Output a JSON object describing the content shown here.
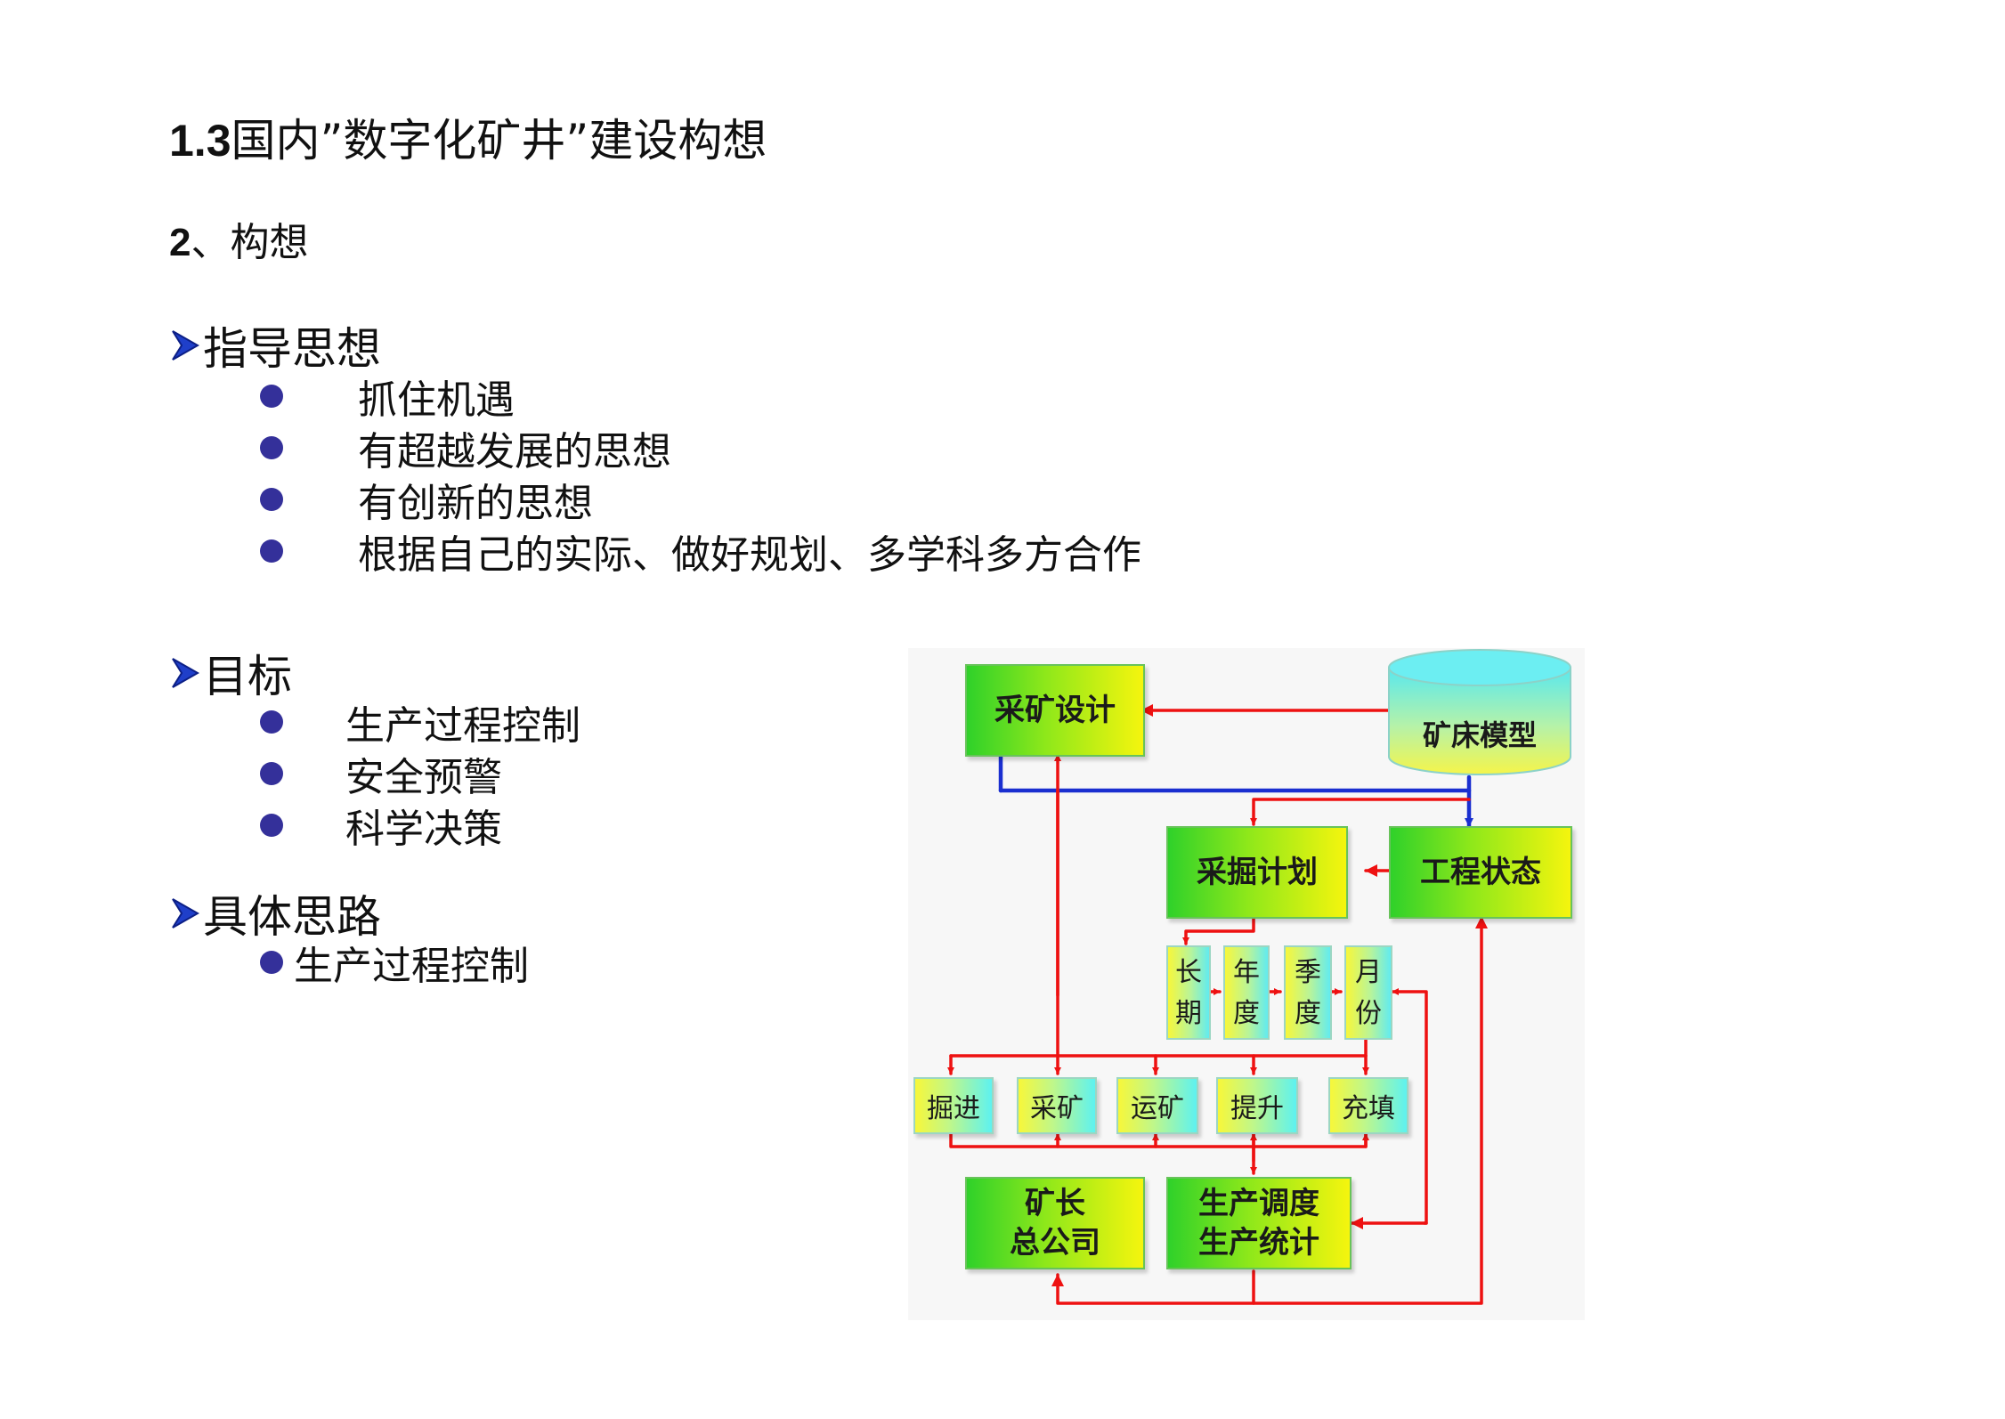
{
  "title": {
    "number": "1.3",
    "text": "国内”数字化矿井”建设构想"
  },
  "subtitle": {
    "number": "2",
    "text": "、构想"
  },
  "sections": [
    {
      "heading": "指导思想",
      "items": [
        "抓住机遇",
        "有超越发展的思想",
        "有创新的思想",
        "根据自己的实际、做好规划、多学科多方合作"
      ]
    },
    {
      "heading": "目标",
      "items": [
        "生产过程控制",
        "安全预警",
        "科学决策"
      ]
    },
    {
      "heading": "具体思路",
      "items": [
        "生产过程控制"
      ]
    }
  ],
  "diagram": {
    "nodes": {
      "mining_design": "采矿设计",
      "deposit_model": "矿床模型",
      "mining_plan": "采掘计划",
      "engineering_state": "工程状态",
      "long_term": [
        "长",
        "期"
      ],
      "annual": [
        "年",
        "度"
      ],
      "quarterly": [
        "季",
        "度"
      ],
      "monthly": [
        "月",
        "份"
      ],
      "tunneling": "掘进",
      "mining": "采矿",
      "transport": "运矿",
      "hoisting": "提升",
      "filling": "充填",
      "mine_manager": [
        "矿长",
        "总公司"
      ],
      "dispatch": [
        "生产调度",
        "生产统计"
      ]
    },
    "colors": {
      "arrow_red": "#ee1111",
      "arrow_blue": "#1a2fd0",
      "bullet": "#34309a",
      "heading_arrow": "#1f3fc9"
    }
  }
}
